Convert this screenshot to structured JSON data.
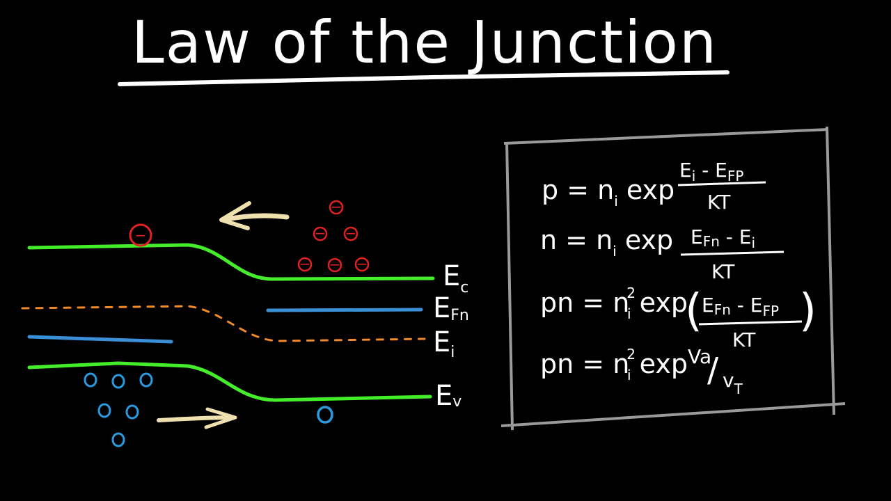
{
  "title": "Law of the Junction",
  "colors": {
    "background": "#000000",
    "band_edge": "#44ee2a",
    "fermi_n": "#3a8fd6",
    "intrinsic": "#f08a2c",
    "electron": "#e02222",
    "hole": "#2a9be0",
    "arrow": "#efe0b0",
    "chalk": "#ffffff",
    "box": "#9a9a9a"
  },
  "band_labels": {
    "ec": {
      "main": "E",
      "sub": "c"
    },
    "efn": {
      "main": "E",
      "sub": "Fn"
    },
    "ei": {
      "main": "E",
      "sub": "i"
    },
    "ev": {
      "main": "E",
      "sub": "v"
    }
  },
  "carriers": {
    "electron_symbol": "−",
    "hole_symbol": ""
  },
  "equations": {
    "eq1": {
      "lhs": "p = n",
      "lhs_sub": "i",
      "op": " exp",
      "num": "E",
      "num_sub1": "i",
      "num_mid": " - E",
      "num_sub2": "FP",
      "den": "KT"
    },
    "eq2": {
      "lhs": "n = n",
      "lhs_sub": "i",
      "op": " exp",
      "num": "E",
      "num_sub1": "Fn",
      "num_mid": " - E",
      "num_sub2": "i",
      "den": "KT"
    },
    "eq3": {
      "lhs": "pn = n",
      "lhs_sup": "2",
      "lhs_sub": "i",
      "op": " exp",
      "num": "E",
      "num_sub1": "Fn",
      "num_mid": " - E",
      "num_sub2": "FP",
      "den": "KT",
      "lparen": "(",
      "rparen": ")"
    },
    "eq4": {
      "lhs": "pn = n",
      "lhs_sup": "2",
      "lhs_sub": "i",
      "op": " exp",
      "num": "Va",
      "slash": "/",
      "den": "v",
      "den_sub": "T"
    }
  }
}
